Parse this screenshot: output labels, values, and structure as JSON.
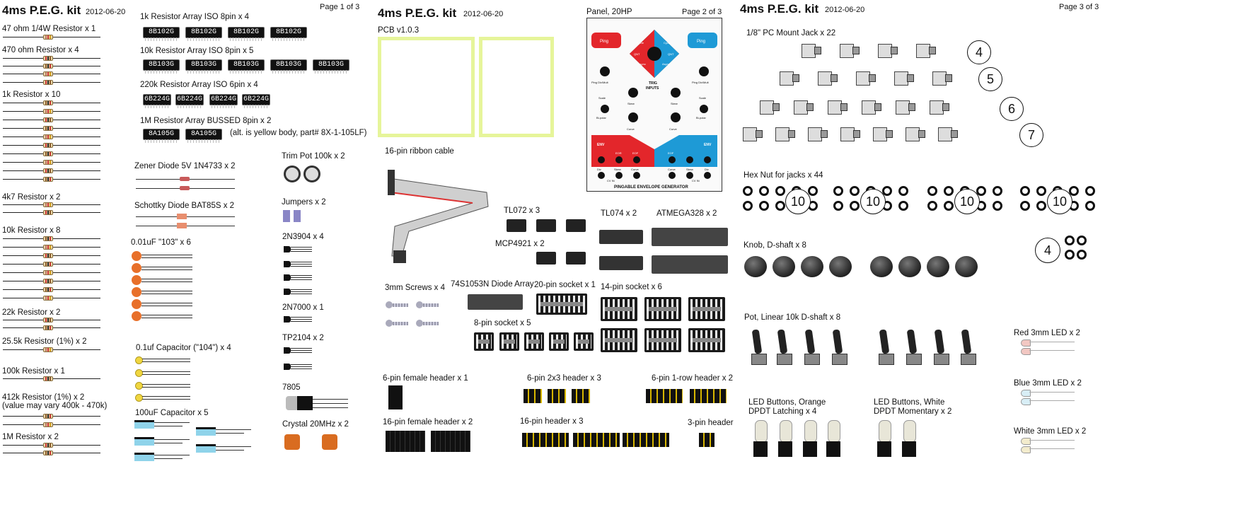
{
  "pages": [
    {
      "title": "4ms P.E.G. kit",
      "date": "2012-06-20",
      "page": "Page 1 of 3"
    },
    {
      "title": "4ms P.E.G. kit",
      "date": "2012-06-20",
      "page": "Page 2 of 3"
    },
    {
      "title": "4ms P.E.G. kit",
      "date": "2012-06-20",
      "page": "Page 3 of 3"
    }
  ],
  "p1": {
    "r47": "47 ohm 1/4W Resistor x 1",
    "r470": "470 ohm Resistor x 4",
    "r1k": "1k Resistor x 10",
    "r4k7": "4k7 Resistor x 2",
    "r10k": "10k Resistor x 8",
    "r22k": "22k Resistor x 2",
    "r25k": "25.5k Resistor (1%) x 2",
    "r100k": "100k Resistor x 1",
    "r412k": "412k Resistor (1%) x 2",
    "r412k_note": "(value may vary 400k - 470k)",
    "r1m": "1M Resistor x 2",
    "ra1k": "1k Resistor Array ISO 8pin x 4",
    "ra1k_code": "8B102G",
    "ra10k": "10k Resistor Array ISO 8pin x 5",
    "ra10k_code": "8B103G",
    "ra220k": "220k Resistor Array ISO 6pin x 4",
    "ra220k_code": "6B224G",
    "ra1m": "1M Resistor Array BUSSED 8pin x 2",
    "ra1m_code": "8A105G",
    "ra1m_note": "(alt. is yellow body, part# 8X-1-105LF)",
    "zener": "Zener Diode 5V 1N4733 x 2",
    "schottky": "Schottky Diode BAT85S x 2",
    "c103": "0.01uF \"103\" x 6",
    "c104": "0.1uf Capacitor (\"104\") x 4",
    "c100u": "100uF Capacitor x 5",
    "trimpot": "Trim Pot 100k x 2",
    "jumpers": "Jumpers x 2",
    "q3904": "2N3904 x 4",
    "q7000": "2N7000 x 1",
    "tp2104": "TP2104 x 2",
    "v7805": "7805",
    "crystal": "Crystal 20MHz x 2"
  },
  "p2": {
    "pcb": "PCB v1.0.3",
    "ribbon": "16-pin ribbon cable",
    "panel": "Panel, 20HP",
    "tl072": "TL072 x 3",
    "mcp4921": "MCP4921 x 2",
    "tl074": "TL074 x 2",
    "atmega": "ATMEGA328 x 2",
    "screws": "3mm Screws x 4",
    "diode_array": "74S1053N Diode Array",
    "s20": "20-pin socket x 1",
    "s14": "14-pin socket x 6",
    "s8": "8-pin socket x 5",
    "fh6": "6-pin female header x 1",
    "h2x3": "6-pin 2x3 header x 3",
    "h1row": "6-pin 1-row header x 2",
    "fh16": "16-pin female header x 2",
    "h16": "16-pin header x 3",
    "h3": "3-pin header",
    "panel_labels": {
      "ping": "Ping",
      "cycle": "Cycle",
      "qnt": "QNT",
      "async": "Async",
      "trig": "TRIG",
      "inputs": "INPUTS",
      "pingdiv": "Ping Div/Mult",
      "skew": "Skew",
      "scale": "Scale",
      "bipolar": "Bi-polar",
      "curve": "Curve",
      "env": "ENV",
      "eor": "EOR",
      "eof": "EOF",
      "div": "Div",
      "cvin": "CV IN",
      "footer": "PINGABLE ENVELOPE GENERATOR"
    }
  },
  "p3": {
    "jack": "1/8\" PC Mount Jack x 22",
    "jack_counts": [
      "4",
      "5",
      "6",
      "7"
    ],
    "hexnut": "Hex Nut for jacks x 44",
    "nut_counts": [
      "10",
      "10",
      "10",
      "10",
      "4"
    ],
    "knob": "Knob, D-shaft x 8",
    "pot": "Pot, Linear 10k D-shaft x 8",
    "btn_orange_1": "LED Buttons, Orange",
    "btn_orange_2": "DPDT Latching x 4",
    "btn_white_1": "LED Buttons, White",
    "btn_white_2": "DPDT Momentary x 2",
    "led_red": "Red 3mm LED x 2",
    "led_blue": "Blue 3mm LED x 2",
    "led_white": "White 3mm LED x 2"
  },
  "colors": {
    "pcb": "#e6f59a",
    "panel_red": "#e3262b",
    "panel_blue": "#1e9ad6",
    "blue_cap": "#8fd3ea",
    "cap_orange": "#e8702a",
    "cap_yellow": "#f0d640",
    "jumper": "#8a86c6"
  }
}
